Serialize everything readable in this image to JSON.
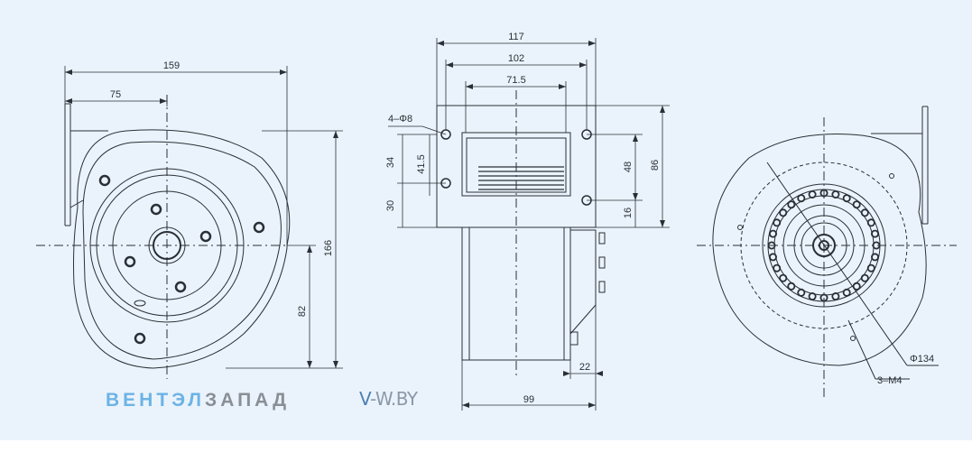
{
  "colors": {
    "background": "#eaf3fb",
    "line": "#2a2f36",
    "brand_accent": "#6cb3e6",
    "brand_grey": "#8a8f96"
  },
  "dimensions": {
    "front_width": "159",
    "front_half": "75",
    "front_height": "166",
    "front_axis": "82",
    "side_117": "117",
    "side_102": "102",
    "side_71_5": "71.5",
    "holes": "4–Φ8",
    "side_34": "34",
    "side_41_5": "41.5",
    "side_30": "30",
    "side_48": "48",
    "side_86": "86",
    "side_16": "16",
    "side_22": "22",
    "side_99": "99",
    "rear_dia": "Φ134",
    "rear_thread": "3–M4"
  },
  "brand": {
    "part1": "ВЕНТЭЛ",
    "part2": "ЗАПАД"
  },
  "site": {
    "v": "V",
    "rest": "-W.BY"
  }
}
